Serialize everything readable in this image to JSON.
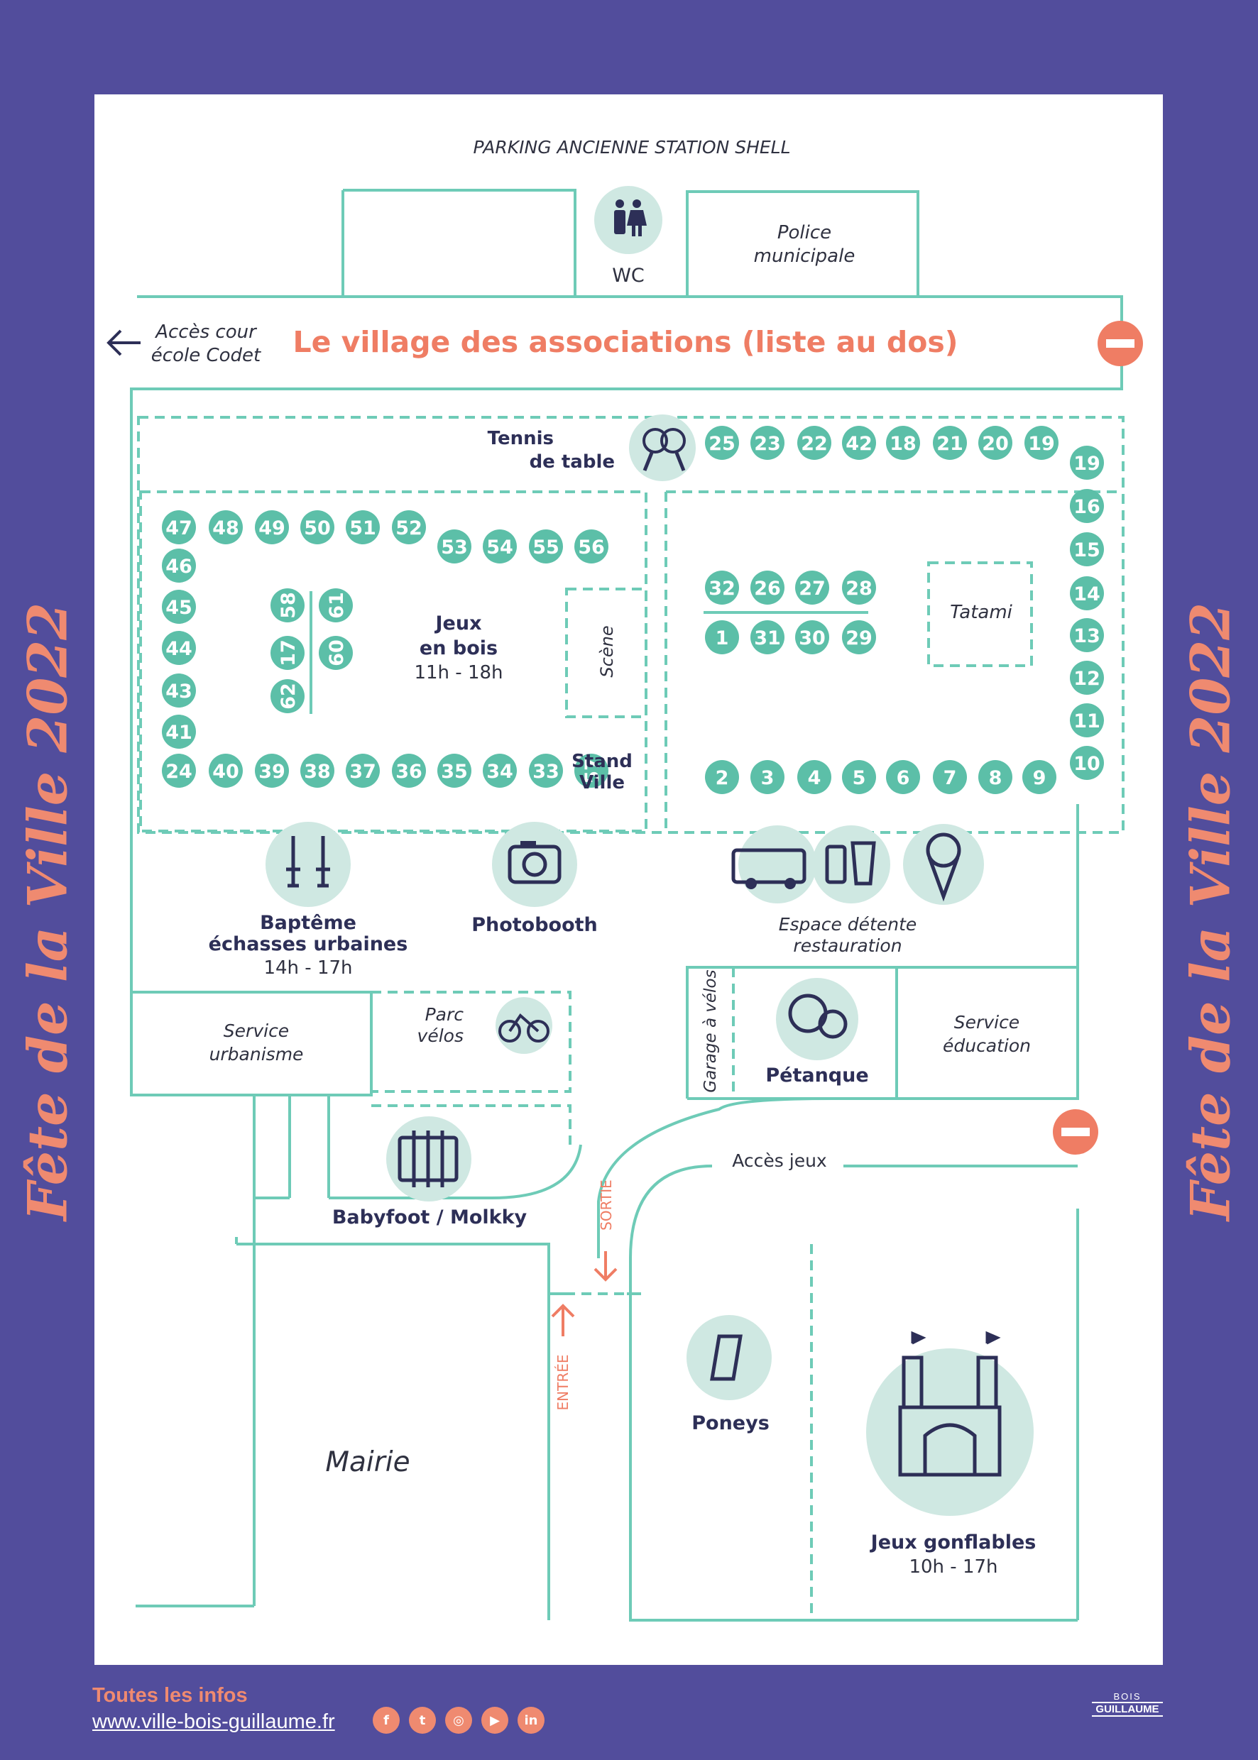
{
  "side_title": "Fête de la Ville 2022",
  "colors": {
    "background": "#524d9c",
    "line": "#6ecbb7",
    "accent": "#ef7d64",
    "circle": "#5cbfa8",
    "icon_bg": "#cfe8e2",
    "text": "#2d2f57"
  },
  "map": {
    "parking": "PARKING ANCIENNE STATION SHELL",
    "wc": "WC",
    "police": [
      "Police",
      "municipale"
    ],
    "acces_cour": [
      "Accès cour",
      "école Codet"
    ],
    "village_title": "Le village des associations (liste au dos)",
    "tennis": [
      "Tennis",
      "de table"
    ],
    "jeux_bois": [
      "Jeux",
      "en bois"
    ],
    "jeux_bois_hours": "11h - 18h",
    "scene": "Scène",
    "tatami": "Tatami",
    "stand_ville": [
      "Stand",
      "Ville"
    ],
    "echasses": [
      "Baptême",
      "échasses urbaines"
    ],
    "echasses_hours": "14h - 17h",
    "photobooth": "Photobooth",
    "detente": [
      "Espace détente",
      "restauration"
    ],
    "service_urbanisme": [
      "Service",
      "urbanisme"
    ],
    "parc_velos": [
      "Parc",
      "vélos"
    ],
    "garage_velos": [
      "Garage",
      "à vélos"
    ],
    "petanque": "Pétanque",
    "service_education": [
      "Service",
      "éducation"
    ],
    "babyfoot": "Babyfoot / Molkky",
    "sortie": "SORTIE",
    "entree": "ENTRÉE",
    "acces_jeux": "Accès jeux",
    "poneys": "Poneys",
    "mairie": "Mairie",
    "gonflables": "Jeux gonflables",
    "gonflables_hours": "10h - 17h",
    "stands": [
      "25",
      "23",
      "22",
      "42",
      "18",
      "21",
      "20",
      "19",
      "19",
      "16",
      "15",
      "14",
      "13",
      "12",
      "11",
      "10",
      "9",
      "8",
      "7",
      "6",
      "5",
      "4",
      "3",
      "2",
      "32",
      "26",
      "27",
      "28",
      "1",
      "31",
      "30",
      "29",
      "47",
      "48",
      "49",
      "50",
      "51",
      "52",
      "53",
      "54",
      "55",
      "56",
      "46",
      "45",
      "44",
      "43",
      "41",
      "24",
      "40",
      "39",
      "38",
      "37",
      "36",
      "35",
      "34",
      "33",
      "57",
      "58",
      "17",
      "62",
      "61",
      "60"
    ]
  },
  "footer": {
    "title": "Toutes les infos",
    "url": "www.ville-bois-guillaume.fr",
    "social": [
      "facebook-icon",
      "twitter-icon",
      "instagram-icon",
      "youtube-icon",
      "linkedin-icon"
    ],
    "logo": [
      "BOIS",
      "GUILLAUME"
    ]
  }
}
